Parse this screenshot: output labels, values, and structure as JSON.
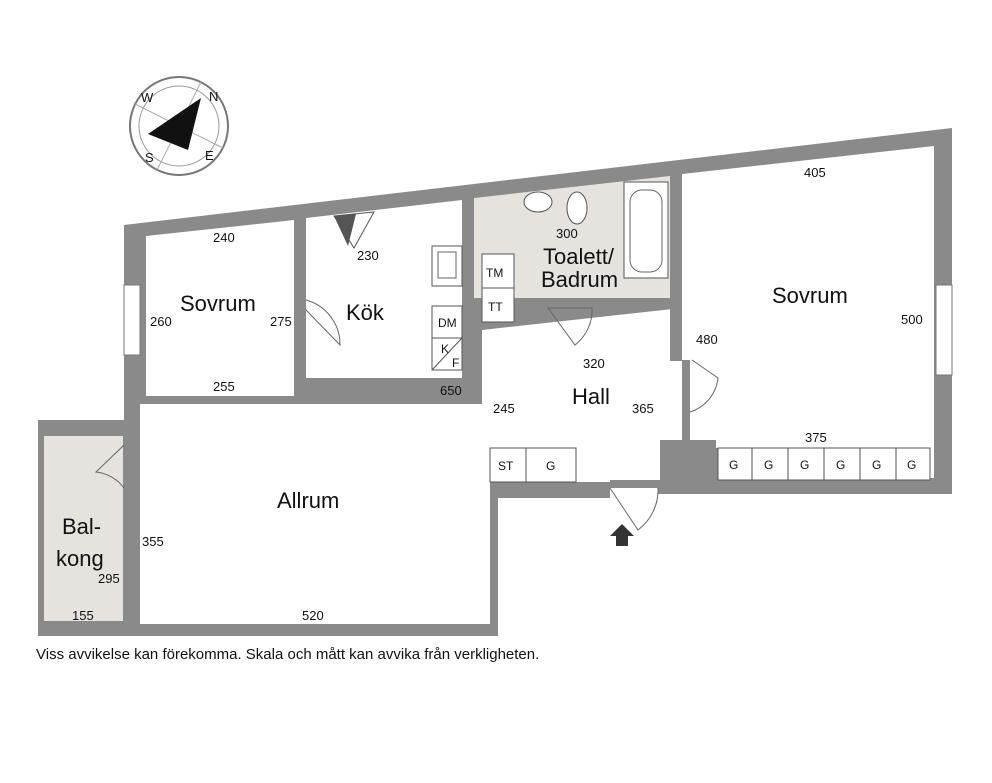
{
  "compass": {
    "n": "N",
    "e": "E",
    "s": "S",
    "w": "W"
  },
  "rooms": {
    "sovrum_left": "Sovrum",
    "kok": "Kök",
    "toalett_line1": "Toalett/",
    "toalett_line2": "Badrum",
    "sovrum_right": "Sovrum",
    "hall": "Hall",
    "allrum": "Allrum",
    "balkong_line1": "Bal-",
    "balkong_line2": "kong"
  },
  "dimensions": {
    "sovrum_left_top": "240",
    "sovrum_left_left": "260",
    "sovrum_left_right": "275",
    "sovrum_left_bottom": "255",
    "kok_top": "230",
    "kok_bottom": "650",
    "toalett_top": "300",
    "sovrum_right_top": "405",
    "sovrum_right_right": "500",
    "sovrum_right_left": "480",
    "sovrum_right_bottom": "375",
    "hall_top": "320",
    "hall_left": "245",
    "hall_right": "365",
    "allrum_left": "355",
    "allrum_bottom": "520",
    "balkong_right": "295",
    "balkong_bottom": "155"
  },
  "fixtures": {
    "tm": "TM",
    "tt": "TT",
    "dm": "DM",
    "k": "K",
    "f": "F",
    "st": "ST",
    "g": "G",
    "wardrobes_right": [
      "G",
      "G",
      "G",
      "G",
      "G",
      "G"
    ]
  },
  "disclaimer": "Viss avvikelse kan förekomma. Skala och mått kan avvika från verkligheten."
}
